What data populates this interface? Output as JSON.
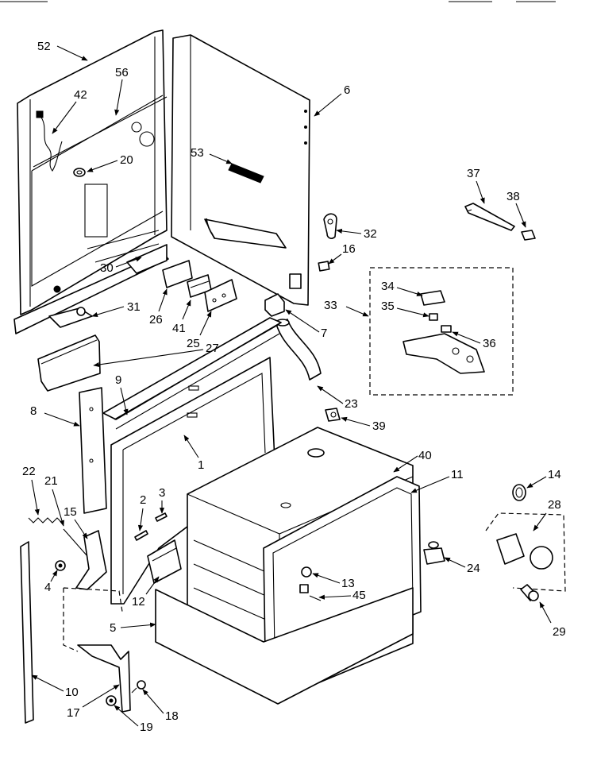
{
  "diagram": {
    "callouts": [
      "52",
      "56",
      "42",
      "20",
      "6",
      "53",
      "37",
      "38",
      "32",
      "16",
      "30",
      "26",
      "41",
      "25",
      "31",
      "27",
      "34",
      "35",
      "33",
      "36",
      "7",
      "9",
      "23",
      "8",
      "39",
      "1",
      "40",
      "11",
      "14",
      "22",
      "21",
      "15",
      "2",
      "3",
      "28",
      "4",
      "13",
      "24",
      "45",
      "12",
      "5",
      "29",
      "10",
      "17",
      "18",
      "19"
    ]
  },
  "colors": {
    "line": "#000000",
    "paper": "#ffffff"
  }
}
